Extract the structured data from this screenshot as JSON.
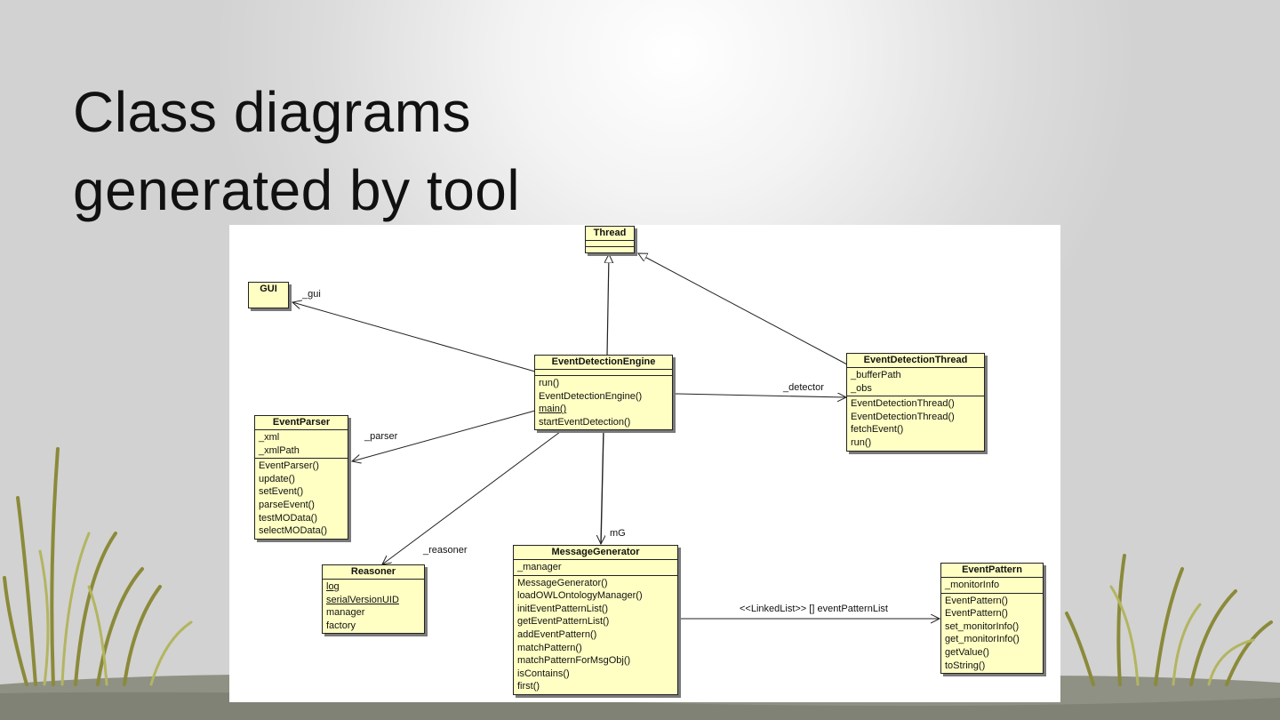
{
  "slide": {
    "title_line1": "Class diagrams",
    "title_line2": "generated by tool"
  },
  "diagram": {
    "classes": {
      "thread": {
        "name": "Thread"
      },
      "gui": {
        "name": "GUI"
      },
      "engine": {
        "name": "EventDetectionEngine",
        "operations": [
          "run()",
          "EventDetectionEngine()",
          "main()",
          "startEventDetection()"
        ]
      },
      "detection_thread": {
        "name": "EventDetectionThread",
        "attributes": [
          "_bufferPath",
          "_obs"
        ],
        "operations": [
          "EventDetectionThread()",
          "EventDetectionThread()",
          "fetchEvent()",
          "run()"
        ]
      },
      "parser": {
        "name": "EventParser",
        "attributes": [
          "_xml",
          "_xmlPath"
        ],
        "operations": [
          "EventParser()",
          "update()",
          "setEvent()",
          "parseEvent()",
          "testMOData()",
          "selectMOData()"
        ]
      },
      "reasoner": {
        "name": "Reasoner",
        "attributes": [
          "log",
          "serialVersionUID",
          "manager",
          "factory"
        ]
      },
      "generator": {
        "name": "MessageGenerator",
        "attributes": [
          "_manager"
        ],
        "operations": [
          "MessageGenerator()",
          "loadOWLOntologyManager()",
          "initEventPatternList()",
          "getEventPatternList()",
          "addEventPattern()",
          "matchPattern()",
          "matchPatternForMsgObj()",
          "isContains()",
          "first()"
        ]
      },
      "pattern": {
        "name": "EventPattern",
        "attributes": [
          "_monitorInfo"
        ],
        "operations": [
          "EventPattern()",
          "EventPattern()",
          "set_monitorInfo()",
          "get_monitorInfo()",
          "getValue()",
          "toString()"
        ]
      }
    },
    "associations": {
      "gui": "_gui",
      "parser": "_parser",
      "detector": "_detector",
      "reasoner": "_reasoner",
      "generator": "mG",
      "pattern_list": "<<LinkedList>> [] eventPatternList"
    }
  },
  "colors": {
    "class_fill": "#ffffc4",
    "class_border": "#222222",
    "ground": "#8e9183",
    "grass": "#8b8a3a"
  }
}
